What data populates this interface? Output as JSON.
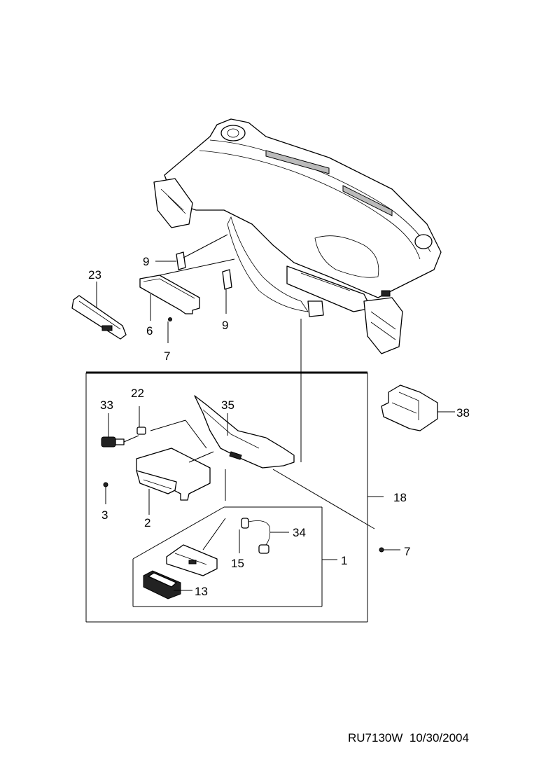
{
  "labels": {
    "l9a": "9",
    "l9b": "9",
    "l23": "23",
    "l6": "6",
    "l7a": "7",
    "l33": "33",
    "l22": "22",
    "l35": "35",
    "l38": "38",
    "l3": "3",
    "l2": "2",
    "l18": "18",
    "l34": "34",
    "l15": "15",
    "l1": "1",
    "l7b": "7",
    "l13": "13"
  },
  "footer": {
    "code": "RU7130W",
    "date": "10/30/2004"
  }
}
